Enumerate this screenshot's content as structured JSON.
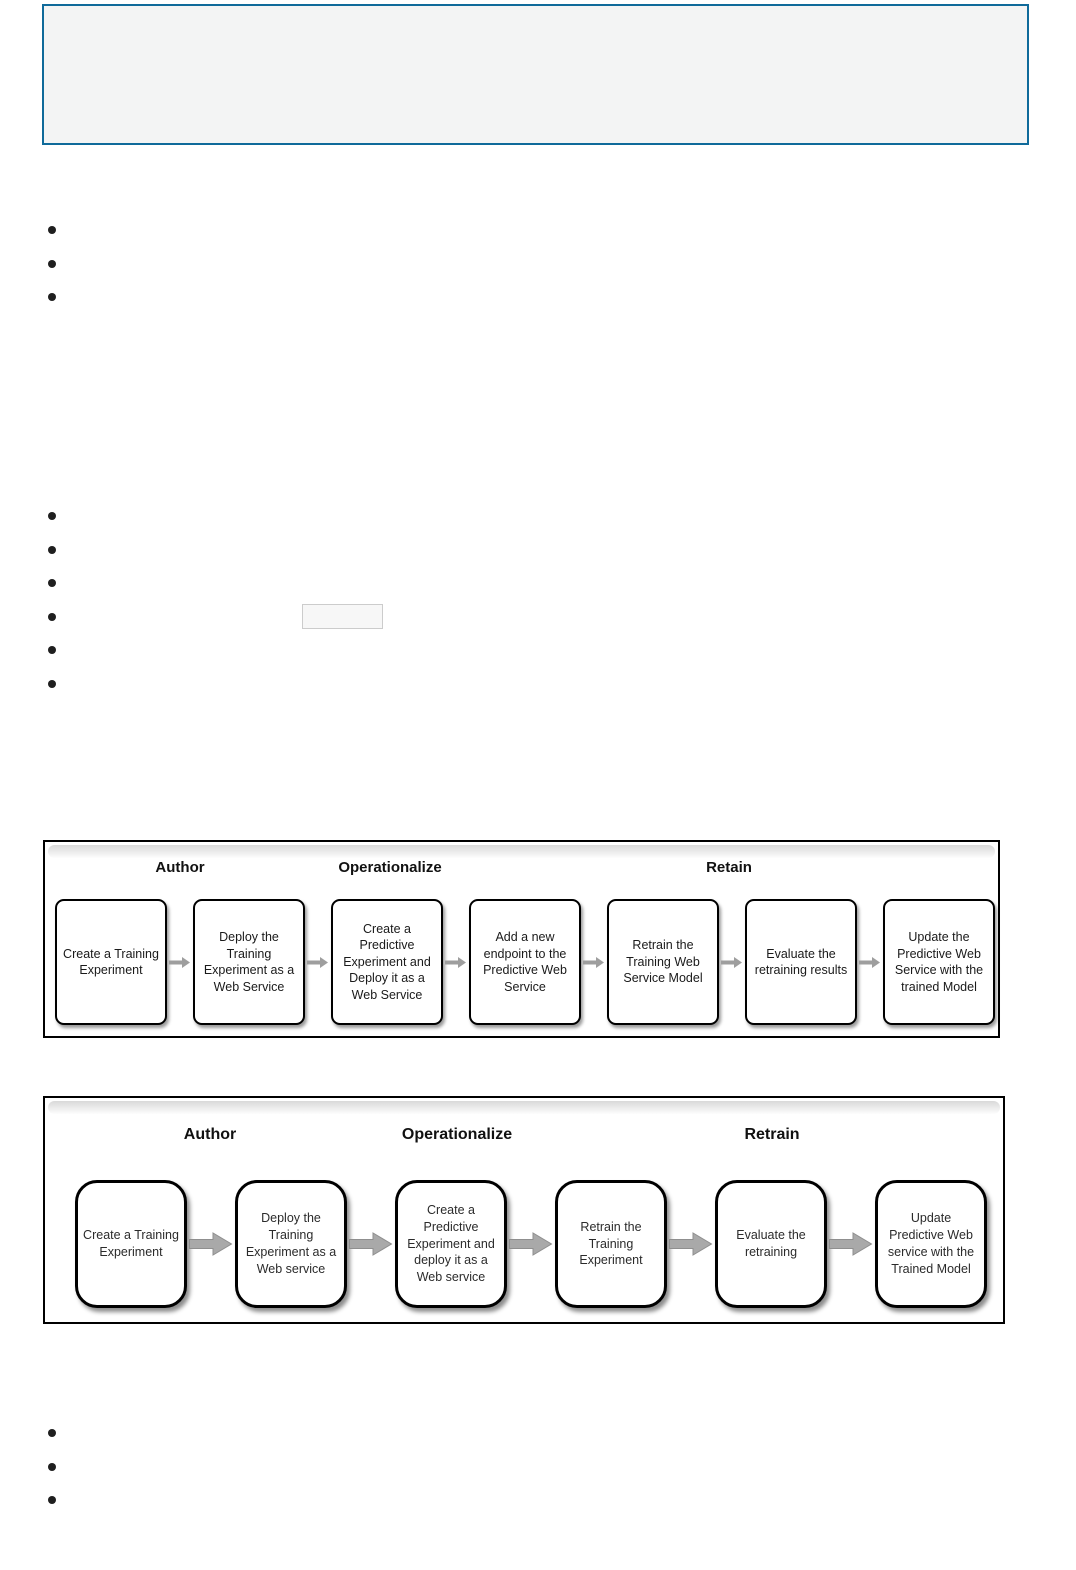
{
  "info_box": {
    "text": "",
    "background": "#f3f4f4",
    "border_color": "#0f6a9a"
  },
  "lists": {
    "top": {
      "count": 3
    },
    "middle": {
      "count": 6
    },
    "bottom": {
      "count": 3
    }
  },
  "inline_box": {
    "text": ""
  },
  "colors": {
    "bullet": "#1f1f1f",
    "diagram_border": "#000000",
    "arrow_small": "#9e9e9e",
    "arrow_large": "#a9a9a9",
    "arrow_large_stroke": "#8f8f8f"
  },
  "diagram1": {
    "phases": [
      "Author",
      "Operationalize",
      "Retain"
    ],
    "steps": [
      "Create a Training Experiment",
      "Deploy the Training Experiment as a Web Service",
      "Create a Predictive Experiment and Deploy it as a Web Service",
      "Add a new endpoint to the Predictive Web Service",
      "Retrain the Training Web Service Model",
      "Evaluate the retraining results",
      "Update the Predictive Web Service with the trained Model"
    ]
  },
  "diagram2": {
    "phases": [
      "Author",
      "Operationalize",
      "Retrain"
    ],
    "steps": [
      "Create a Training Experiment",
      "Deploy the Training Experiment as a Web service",
      "Create a Predictive Experiment and deploy it as a Web service",
      "Retrain the Training Experiment",
      "Evaluate the retraining",
      "Update Predictive Web service with the Trained Model"
    ]
  }
}
